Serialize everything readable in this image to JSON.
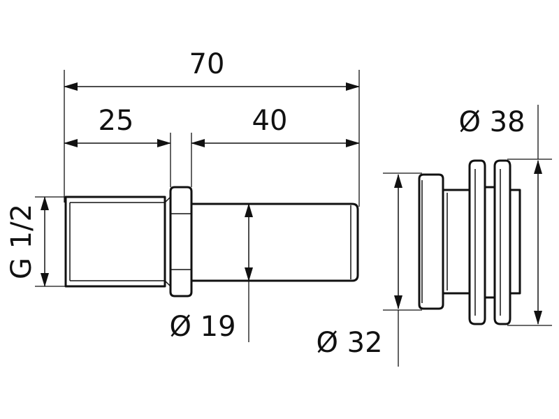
{
  "dimensions": {
    "overall_length": "70",
    "thread_length": "25",
    "pin_length": "40",
    "thread_size": "G 1/2",
    "pin_diameter": "Ø 19",
    "flange_inner_diameter": "Ø 32",
    "flange_outer_diameter": "Ø 38"
  },
  "colors": {
    "line": "#111111",
    "background": "#ffffff"
  }
}
